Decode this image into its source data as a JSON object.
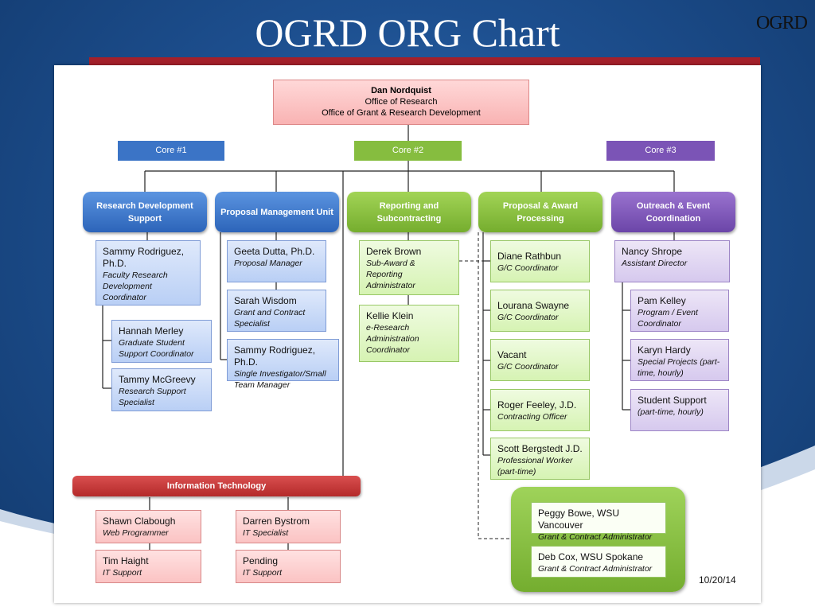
{
  "slide": {
    "title": "OGRD ORG Chart",
    "brand": "OGRD",
    "date": "10/20/14"
  },
  "root": {
    "name": "Dan Nordquist",
    "line1": "Office of Research",
    "line2": "Office of Grant & Research Development"
  },
  "cores": [
    "Core #1",
    "Core #2",
    "Core #3"
  ],
  "units": {
    "rds": "Research Development Support",
    "pmu": "Proposal Management Unit",
    "rsc": "Reporting and Subcontracting",
    "pap": "Proposal & Award Processing",
    "oec": "Outreach & Event Coordination",
    "it": "Information Technology"
  },
  "people": {
    "sammy1": {
      "name": "Sammy Rodriguez, Ph.D.",
      "role": "Faculty Research Development Coordinator"
    },
    "hannah": {
      "name": "Hannah Merley",
      "role": "Graduate Student Support Coordinator"
    },
    "tammy": {
      "name": "Tammy McGreevy",
      "role": "Research Support Specialist"
    },
    "geeta": {
      "name": "Geeta Dutta, Ph.D.",
      "role": "Proposal Manager"
    },
    "sarah": {
      "name": "Sarah Wisdom",
      "role": "Grant and Contract Specialist"
    },
    "sammy2": {
      "name": "Sammy Rodriguez, Ph.D.",
      "role": "Single Investigator/Small Team Manager"
    },
    "derek": {
      "name": "Derek Brown",
      "role": "Sub-Award & Reporting Administrator"
    },
    "kellie": {
      "name": "Kellie Klein",
      "role": "e-Research Administration Coordinator"
    },
    "diane": {
      "name": "Diane Rathbun",
      "role": "G/C Coordinator"
    },
    "lourana": {
      "name": "Lourana Swayne",
      "role": "G/C Coordinator"
    },
    "vacant": {
      "name": "Vacant",
      "role": "G/C Coordinator"
    },
    "roger": {
      "name": "Roger Feeley, J.D.",
      "role": "Contracting Officer"
    },
    "scott": {
      "name": "Scott Bergstedt J.D.",
      "role": "Professional Worker (part-time)"
    },
    "nancy": {
      "name": "Nancy Shrope",
      "role": "Assistant Director"
    },
    "pam": {
      "name": "Pam Kelley",
      "role": "Program / Event Coordinator"
    },
    "karyn": {
      "name": "Karyn Hardy",
      "role": "Special Projects (part-time, hourly)"
    },
    "student": {
      "name": "Student Support",
      "role": "(part-time, hourly)"
    },
    "shawn": {
      "name": "Shawn Clabough",
      "role": "Web Programmer"
    },
    "darren": {
      "name": "Darren Bystrom",
      "role": "IT Specialist"
    },
    "tim": {
      "name": "Tim Haight",
      "role": "IT Support"
    },
    "pending": {
      "name": "Pending",
      "role": "IT Support"
    },
    "peggy": {
      "name": "Peggy Bowe, WSU Vancouver",
      "role": "Grant & Contract Administrator"
    },
    "deb": {
      "name": "Deb Cox, WSU Spokane",
      "role": "Grant & Contract Administrator"
    }
  },
  "colors": {
    "blue": "#2c64b9",
    "green": "#75ad2e",
    "purple": "#6b45a8",
    "red": "#b42a2a",
    "panel_red_bar": "#a3202a"
  }
}
